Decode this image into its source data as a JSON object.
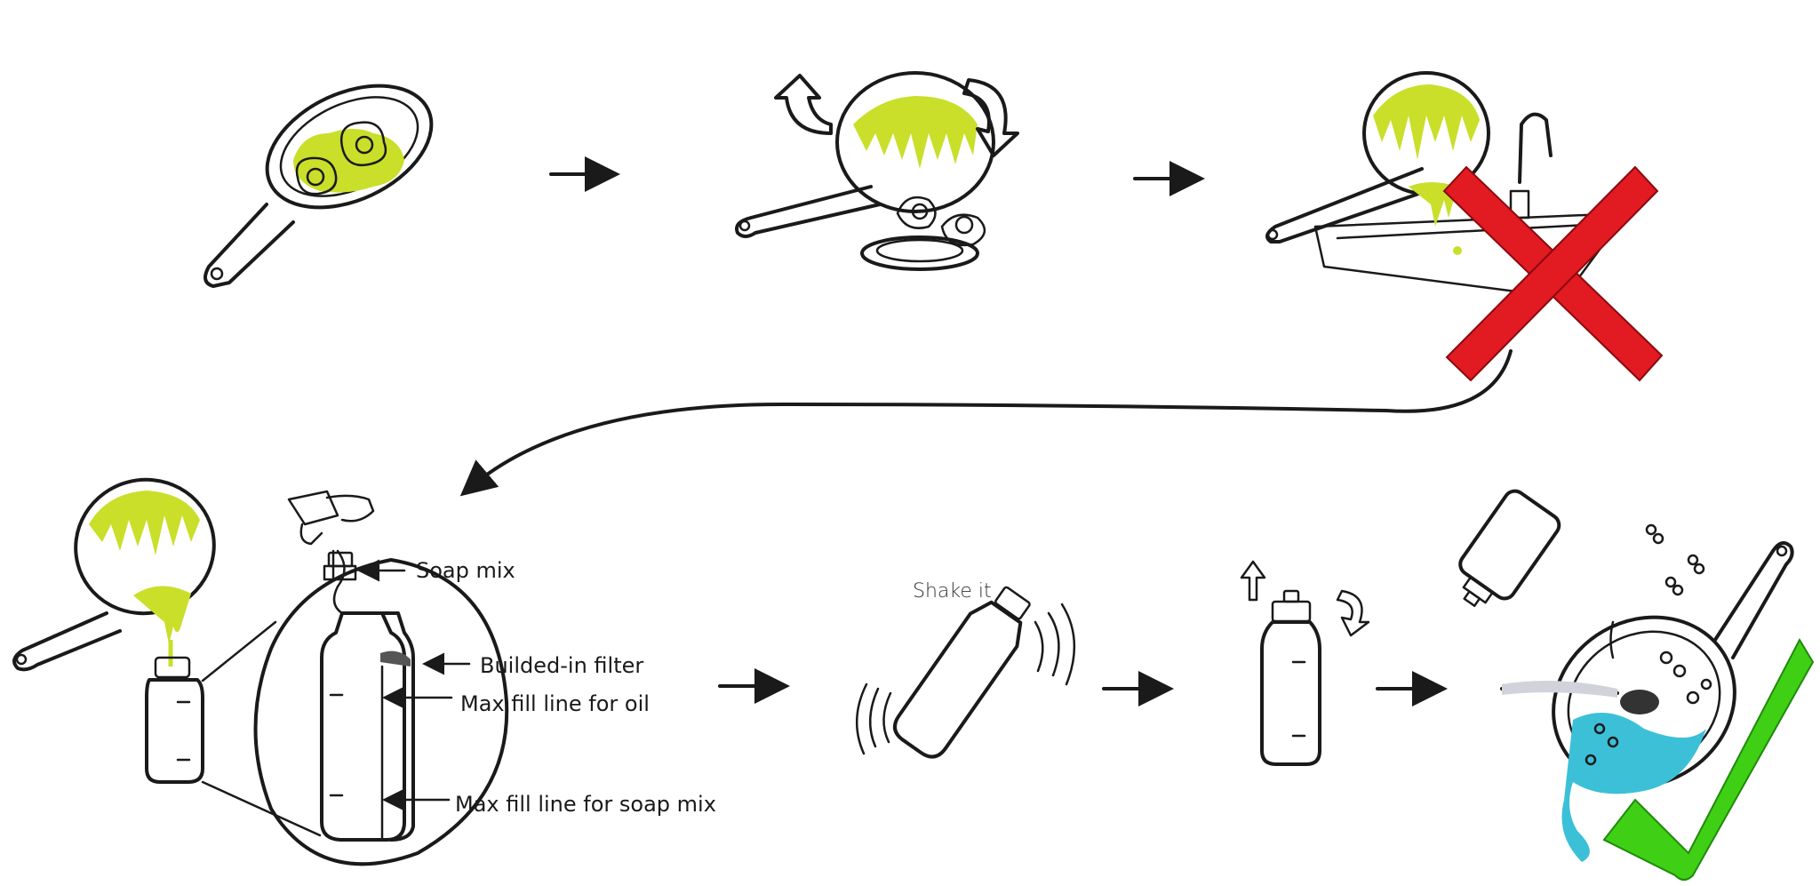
{
  "colors": {
    "oil": "#c9df2a",
    "pan_fill": "#e9eef5",
    "ink": "#1a1a1a",
    "cross": "#e21a22",
    "check": "#3fd016",
    "soap": "#3cc0d8"
  },
  "steps": [
    {
      "id": "frying-pan-with-eggs"
    },
    {
      "id": "flip-pan-remove-eggs"
    },
    {
      "id": "pour-oil-in-sink",
      "marker": "red-cross-icon"
    },
    {
      "id": "pour-oil-into-bottle"
    },
    {
      "id": "shake-bottle"
    },
    {
      "id": "close-bottle"
    },
    {
      "id": "clean-pan-with-soap",
      "marker": "green-check-icon"
    }
  ],
  "labels": {
    "soap_mix": "Soap mix",
    "filter": "Builded-in filter",
    "oil_line": "Max fill line for oil",
    "soap_line": "Max fill line for soap mix",
    "shake": "Shake it"
  }
}
